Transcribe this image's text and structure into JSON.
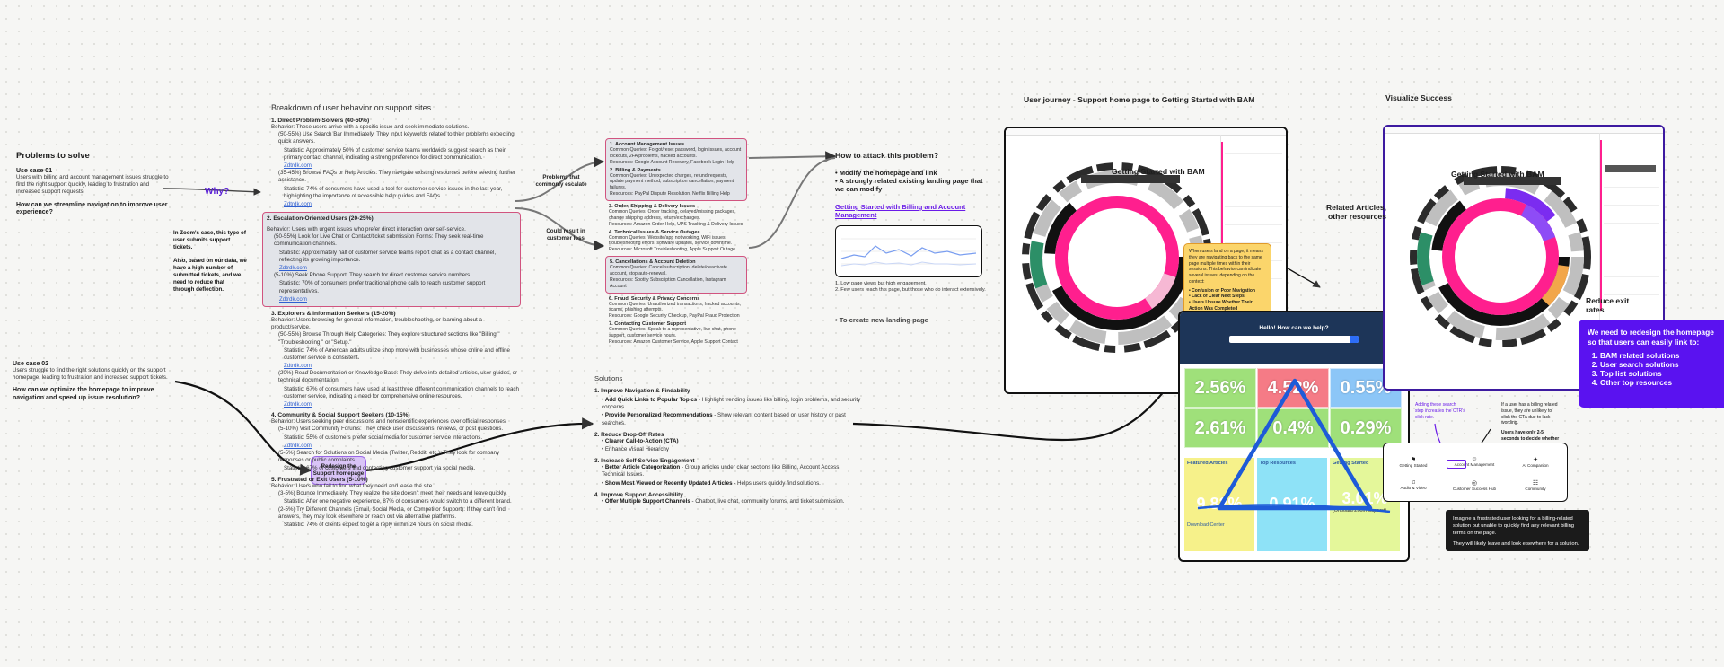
{
  "problems": {
    "title": "Problems to solve",
    "case1_title": "Use case 01",
    "case1_text": "Users with billing and account management issues struggle to find the right support quickly, leading to frustration and increased support requests.",
    "case1_question": "How can we streamline navigation to improve user experience?",
    "why": "Why?",
    "zoom_note_1": "In Zoom's case, this type of user submits support tickets.",
    "zoom_note_2": "Also, based on our data, we have a high number of submitted tickets, and we need to reduce that through deflection.",
    "case2_title": "Use case 02",
    "case2_text": "Users struggle to find the right solutions quickly on the support homepage, leading to frustration and increased support tickets.",
    "case2_question": "How can we optimize the homepage to improve navigation and speed up issue resolution?",
    "redesign_label": "Redesign the Support homepage"
  },
  "breakdown": {
    "title": "Breakdown of user behavior on support sites",
    "s1_title": "1. Direct Problem-Solvers (40-50%)",
    "s1_body": "Behavior: These users arrive with a specific issue and seek immediate solutions.",
    "s1_b1": "(50-55%) Use Search Bar Immediately: They input keywords related to their problems expecting quick answers.",
    "s1_b1s": "Statistic: Approximately 50% of customer service teams worldwide suggest search as their primary contact channel, indicating a strong preference for direct communication.",
    "s1_b2": "(35-45%) Browse FAQs or Help Articles: They navigate existing resources before seeking further assistance.",
    "s1_b2s": "Statistic: 74% of consumers have used a tool for customer service issues in the last year, highlighting the importance of accessible help guides and FAQs.",
    "s2_title": "2. Escalation-Oriented Users (20-25%)",
    "s2_body": "Behavior: Users with urgent issues who prefer direct interaction over self-service.",
    "s2_b1": "(50-55%) Look for Live Chat or Contact/ticket submission Forms: They seek real-time communication channels.",
    "s2_b1s": "Statistic: Approximately half of customer service teams report chat as a contact channel, reflecting its growing importance.",
    "s2_b2": "(5-10%) Seek Phone Support: They search for direct customer service numbers.",
    "s2_b2s": "Statistic: 70% of consumers prefer traditional phone calls to reach customer support representatives.",
    "s3_title": "3. Explorers & Information Seekers (15-20%)",
    "s3_body": "Behavior: Users browsing for general information, troubleshooting, or learning about a product/service.",
    "s3_b1": "(50-55%) Browse Through Help Categories: They explore structured sections like \"Billing,\" \"Troubleshooting,\" or \"Setup.\"",
    "s3_b1s": "Statistic: 74% of American adults utilize shop more with businesses whose online and offline customer service is consistent.",
    "s3_b2": "(20%) Read Documentation or Knowledge Base: They delve into detailed articles, user guides, or technical documentation.",
    "s3_b2s": "Statistic: 67% of consumers have used at least three different communication channels to reach customer service, indicating a need for comprehensive online resources.",
    "s4_title": "4. Community & Social Support Seekers (10-15%)",
    "s4_body": "Behavior: Users seeking peer discussions and nonscientific experiences over official responses.",
    "s4_b1": "(5-10%) Visit Community Forums: They check user discussions, reviews, or post questions.",
    "s4_b1s": "Statistic: 55% of customers prefer social media for customer service interactions.",
    "s4_b2": "(5-5%) Search for Solutions on Social Media (Twitter, Reddit, etc.): They look for company responses or public complaints.",
    "s4_b2s": "Statistic: 67% of customers find contacting customer support via social media.",
    "s5_title": "5. Frustrated or Exit Users (5-10%)",
    "s5_body": "Behavior: Users who fail to find what they need and leave the site.",
    "s5_b1": "(3-5%) Bounce Immediately: They realize the site doesn't meet their needs and leave quickly.",
    "s5_b1s": "Statistic: After one negative experience, 87% of consumers would switch to a different brand.",
    "s5_b2": "(2-5%) Try Different Channels (Email, Social Media, or Competitor Support): If they can't find answers, they may look elsewhere or reach out via alternative platforms.",
    "s5_b2s": "Statistic: 74% of clients expect to get a reply within 24 hours on social media.",
    "link": "Zdtrdk.com"
  },
  "escalate": {
    "label1": "Problems that commonly escalate",
    "label2": "Could result in customer loss",
    "i1_title": "1. Account Management Issues",
    "i1_body": "Common Queries: Forgot/reset password, login issues, account lockouts, 2FA problems, hacked accounts.",
    "i1_res": "Resources: Google Account Recovery, Facebook Login Help",
    "i2_title": "2. Billing & Payments",
    "i2_body": "Common Queries: Unexpected charges, refund requests, update payment method, subscription cancellation, payment failures.",
    "i2_res": "Resources: PayPal Dispute Resolution, Netflix Billing Help",
    "i3_title": "3. Order, Shipping & Delivery Issues",
    "i3_body": "Common Queries: Order tracking, delayed/missing packages, change shipping address, return/exchanges.",
    "i3_res": "Resources: Amazon Order Help, UPS Tracking & Delivery Issues",
    "i4_title": "4. Technical Issues & Service Outages",
    "i4_body": "Common Queries: Website/app not working, WiFi issues, troubleshooting errors, software updates, service downtime.",
    "i4_res": "Resources: Microsoft Troubleshooting, Apple Support Outage",
    "i5_title": "5. Cancellations & Account Deletion",
    "i5_body": "Common Queries: Cancel subscription, delete/deactivate account, stop auto-renewal.",
    "i5_res": "Resources: Spotify Subscription Cancellation, Instagram Account",
    "i6_title": "6. Fraud, Security & Privacy Concerns",
    "i6_body": "Common Queries: Unauthorized transactions, hacked accounts, scams, phishing attempts.",
    "i6_res": "Resources: Google Security Checkup, PayPal Fraud Protection",
    "i7_title": "7. Contacting Customer Support",
    "i7_body": "Common Queries: Speak to a representative, live chat, phone support, customer service hours.",
    "i7_res": "Resources: Amazon Customer Service, Apple Support Contact"
  },
  "attack": {
    "title": "How to attack this problem?",
    "b1": "Modify the homepage and link",
    "b2": "A strongly related existing landing page that we can modify",
    "link": "Getting Started with Billing and Account Management",
    "note1": "1. Low page views but high engagement.",
    "note2": "2. Few users reach this page, but those who do interact extensively.",
    "b3": "To create new landing page"
  },
  "solutions": {
    "title": "Solutions",
    "s1": "1. Improve Navigation & Findability",
    "s1_b1": "Add Quick Links to Popular Topics",
    "s1_b1d": " - Highlight trending issues like billing, login problems, and security concerns.",
    "s1_b2": "Provide Personalized Recommendations",
    "s1_b2d": " - Show relevant content based on user history or past searches.",
    "s2": "2. Reduce Drop-Off Rates",
    "s2_b1": "Clearer Call-to-Action (CTA)",
    "s2_b2": "Enhance Visual Hierarchy",
    "s3": "3. Increase Self-Service Engagement",
    "s3_b1": "Better Article Categorization",
    "s3_b1d": " - Group articles under clear sections like Billing, Account Access, Technical Issues.",
    "s3_b2": "Show Most Viewed or Recently Updated Articles",
    "s3_b2d": " - Helps users quickly find solutions.",
    "s4": "4. Improve Support Accessibility",
    "s4_b1": "Offer Multiple Support Channels",
    "s4_b1d": " - Chatbot, live chat, community forums, and ticket submission."
  },
  "journey": {
    "title": "User journey  - Support home page to Getting Started with BAM",
    "chart_label": "Getting Started with BAM",
    "callout": "When users land on a page, it means they are navigating back to the same page multiple times within their sessions. This behavior can indicate several issues, depending on the context:",
    "callout_b1": "Confusion or Poor Navigation",
    "callout_b2": "Lack of Clear Next Steps",
    "callout_b3": "Users Unsure Whether Their Action Was Completed"
  },
  "homepage": {
    "hero": "Hello! How can we help?",
    "stats": [
      "2.56%",
      "4.52%",
      "0.55%",
      "2.61%",
      "0.4%",
      "0.29%"
    ],
    "bottom_stats": [
      "9.82%",
      "0.91%",
      "3.01%"
    ],
    "col1": "Featured Articles",
    "col2": "Top Resources",
    "col3": "Getting Started",
    "col3_sub": "(Onboard Zoom Support)",
    "download": "Download Center"
  },
  "success": {
    "title": "Visualize Success",
    "chart_label": "Getting Started with BAM",
    "related": "Related Articles, other resources",
    "reduce": "Reduce exit rates",
    "callout_title": "We need to redesign the homepage so that users can easily link to:",
    "callout_items": [
      "BAM related solutions",
      "User search solutions",
      "Top list solutions",
      "Other top resources"
    ],
    "note_purple": "Adding these search step increases the CTR's click rate.",
    "note_black1": "If a user has a billing related issue, they are unlikely to click the CTA due to lack wording.",
    "note_black2": "Users have only 2-5 seconds to decide whether to click.",
    "cards": [
      "Getting Started",
      "Account Management",
      "AI Companion",
      "Audio & Video",
      "Customer Success Hub",
      "Community"
    ],
    "tooltip1": "Imagine a frustrated user looking for a billing-related solution but unable to quickly find any relevant billing terms on the page.",
    "tooltip2": "They will likely leave and look elsewhere for a solution."
  },
  "colors": {
    "accent_pink": "#ff1f8e",
    "purple": "#6a1be8",
    "callout_yellow": "#fbd56b",
    "callout_purple": "#5a12f0",
    "blue_line": "#1e5bd8"
  }
}
